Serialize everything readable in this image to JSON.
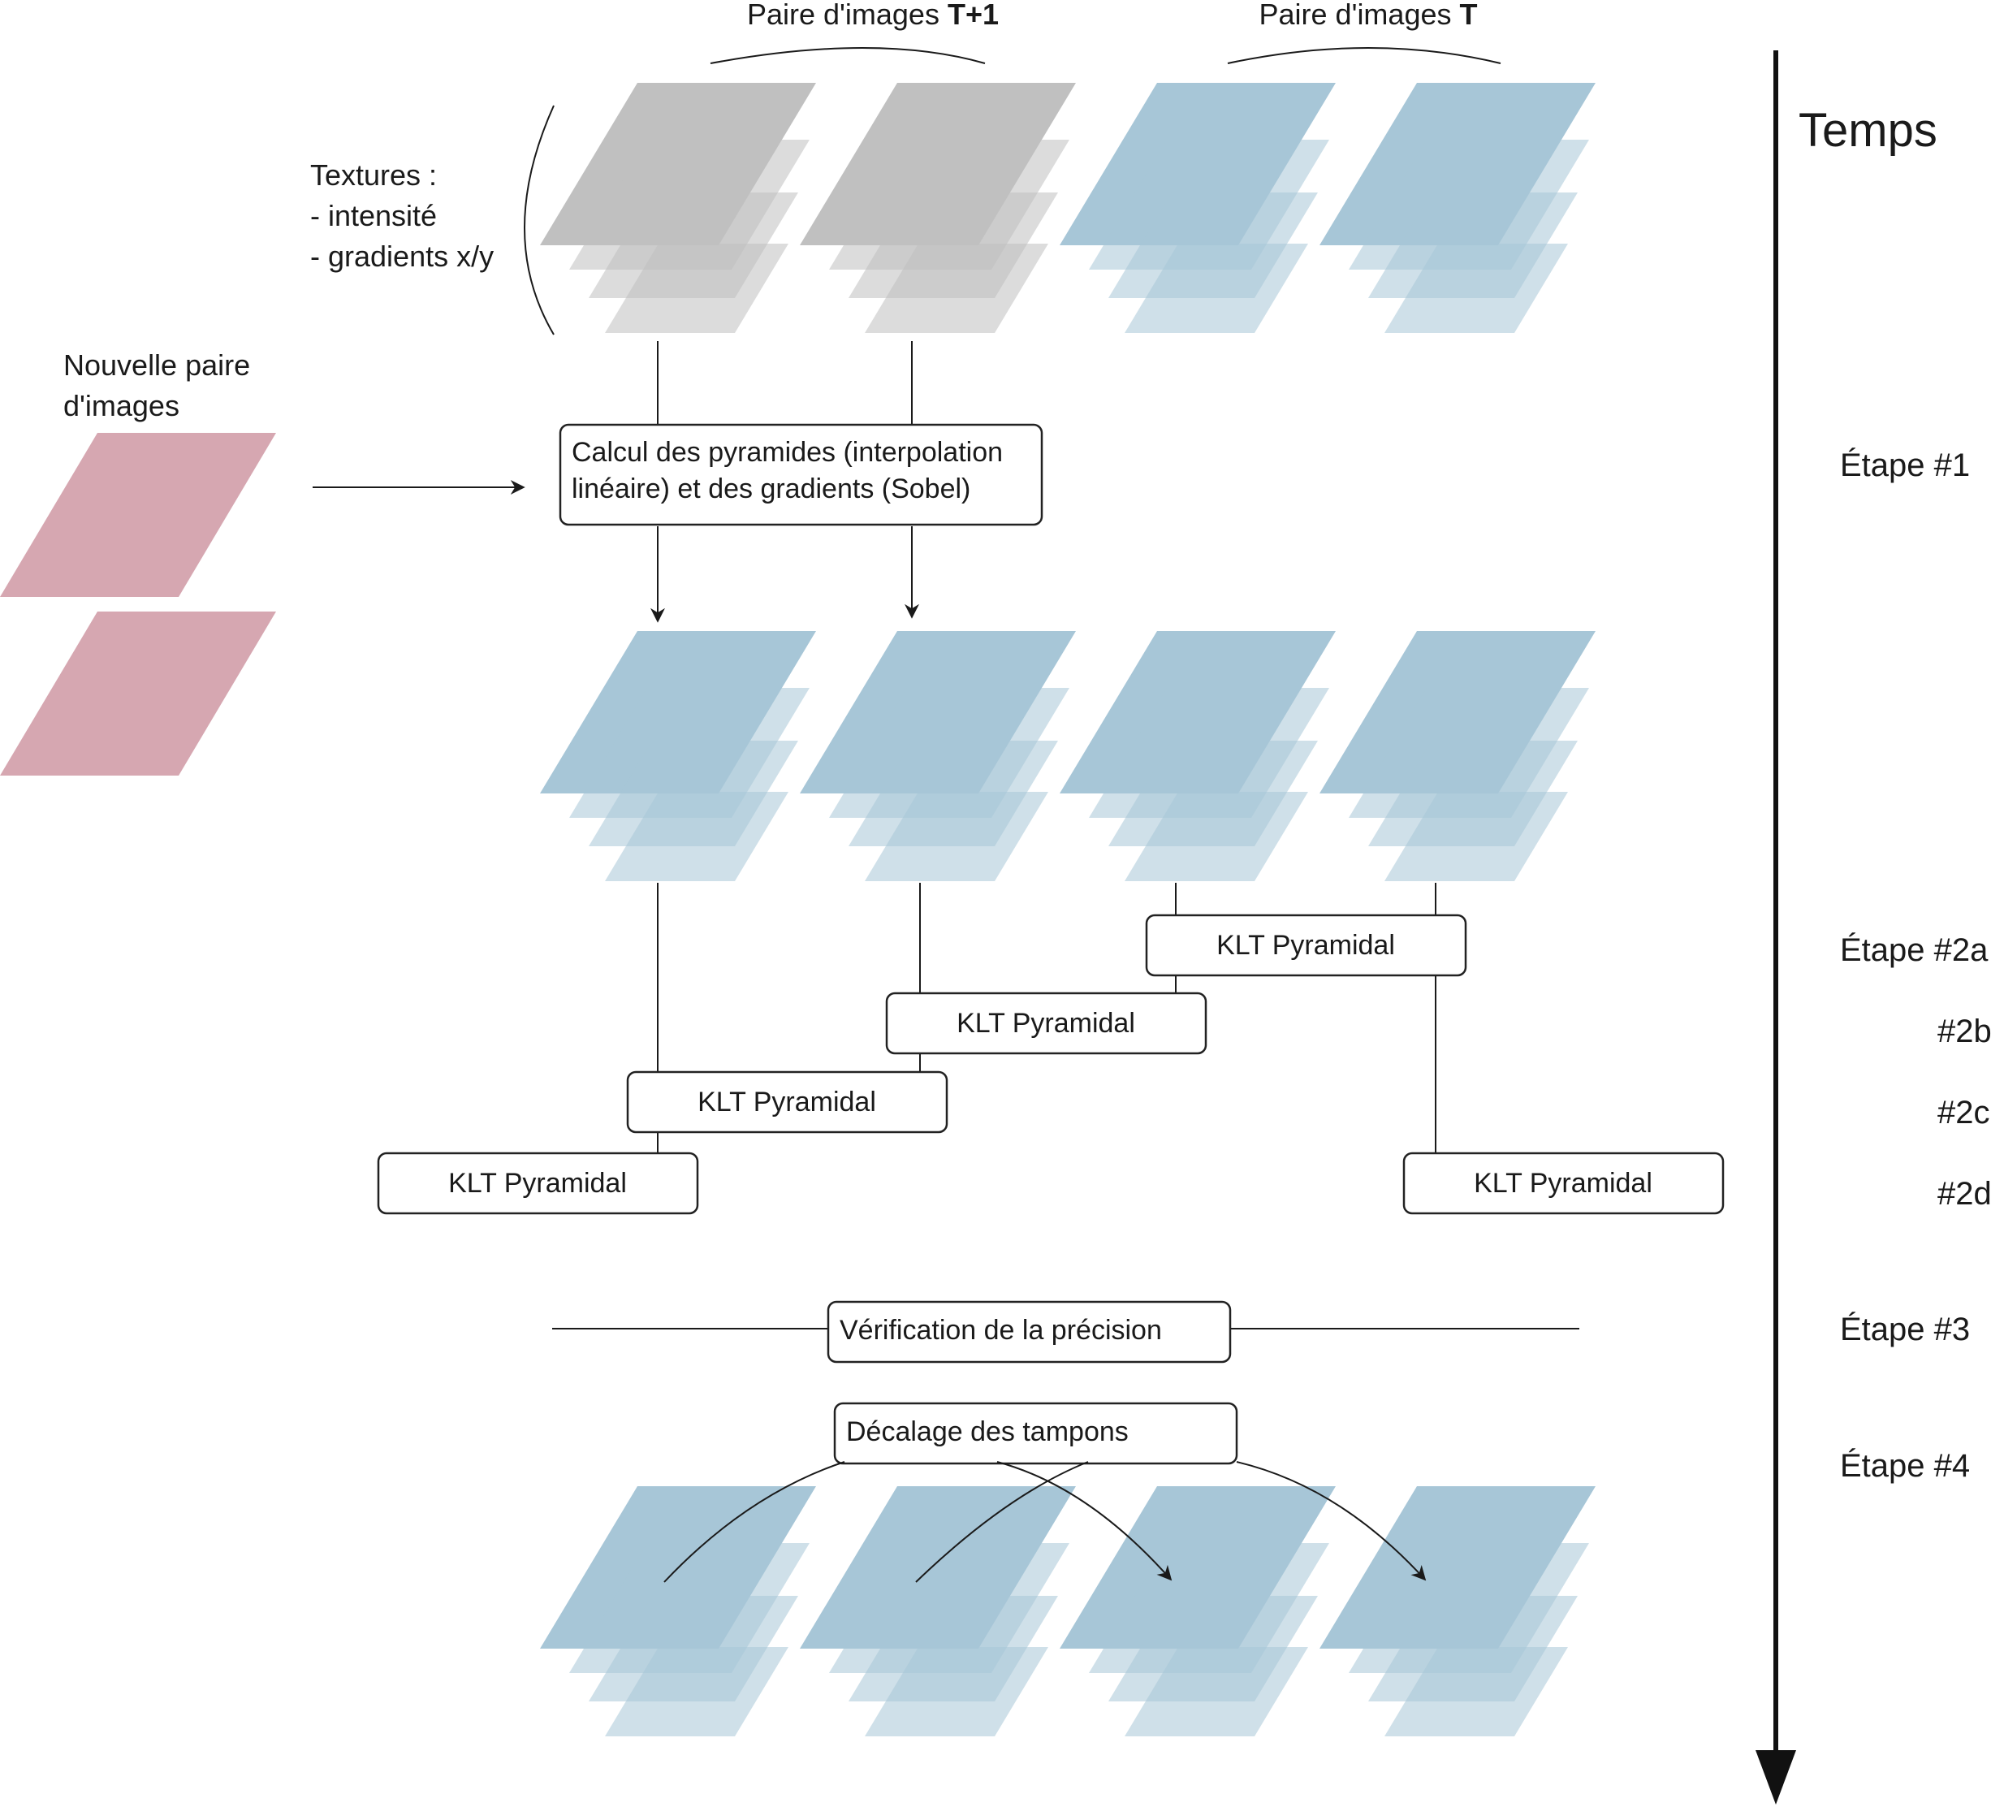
{
  "header": {
    "pair_t1_prefix": "Paire d'images ",
    "pair_t1_bold": "T+1",
    "pair_t_prefix": "Paire d'images ",
    "pair_t_bold": "T"
  },
  "textures": {
    "title": "Textures :",
    "item1": "- intensité",
    "item2": "- gradients x/y"
  },
  "new_pair": {
    "line1": "Nouvelle paire",
    "line2": "d'images"
  },
  "step1_box": {
    "line1": "Calcul des pyramides (interpolation",
    "line2": "linéaire) et des gradients (Sobel)"
  },
  "klt": {
    "a": "KLT Pyramidal",
    "b": "KLT Pyramidal",
    "c": "KLT Pyramidal",
    "d1": "KLT Pyramidal",
    "d2": "KLT Pyramidal"
  },
  "verification": "Vérification de la précision",
  "decalage": "Décalage des tampons",
  "timeline": {
    "title": "Temps",
    "step1": "Étape #1",
    "step2a": "Étape #2a",
    "step2b": "#2b",
    "step2c": "#2c",
    "step2d": "#2d",
    "step3": "Étape #3",
    "step4": "Étape #4"
  },
  "colors": {
    "gray": "#c0c0c0",
    "blue": "#a7c6d7",
    "pink": "#d6a7b1"
  }
}
